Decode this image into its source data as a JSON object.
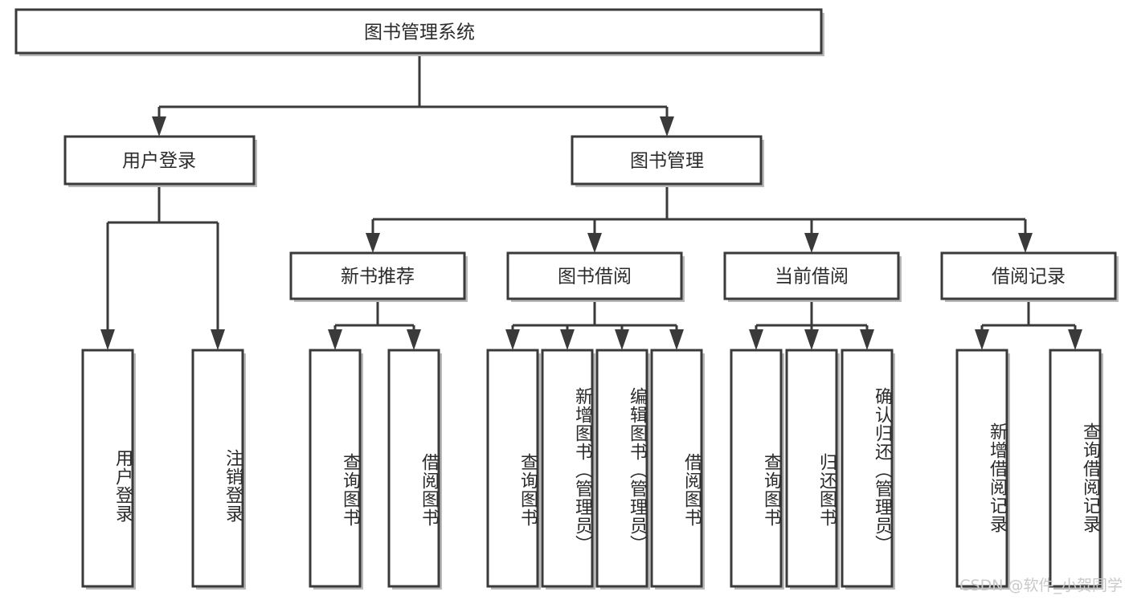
{
  "diagram": {
    "type": "tree",
    "title": "图书管理系统",
    "watermark": "CSDN @软件_小贺同学",
    "colors": {
      "stroke": "#3a3a3a",
      "fill": "#ffffff",
      "text": "#2b2b2b",
      "watermark": "#c9c9c9"
    },
    "root": {
      "label": "图书管理系统",
      "orientation": "horizontal"
    },
    "level2": [
      {
        "label": "用户登录",
        "orientation": "horizontal"
      },
      {
        "label": "图书管理",
        "orientation": "horizontal"
      }
    ],
    "level3": [
      {
        "label": "新书推荐",
        "orientation": "horizontal"
      },
      {
        "label": "图书借阅",
        "orientation": "horizontal"
      },
      {
        "label": "当前借阅",
        "orientation": "horizontal"
      },
      {
        "label": "借阅记录",
        "orientation": "horizontal"
      }
    ],
    "leaves": {
      "user_login": [
        {
          "label": "用户登录",
          "orientation": "vertical"
        },
        {
          "label": "注销登录",
          "orientation": "vertical"
        }
      ],
      "new_book_recommend": [
        {
          "label": "查询图书",
          "orientation": "vertical"
        },
        {
          "label": "借阅图书",
          "orientation": "vertical"
        }
      ],
      "book_borrow": [
        {
          "label": "查询图书",
          "orientation": "vertical"
        },
        {
          "label": "新增图书（管理员）",
          "orientation": "vertical"
        },
        {
          "label": "编辑图书（管理员）",
          "orientation": "vertical"
        },
        {
          "label": "借阅图书",
          "orientation": "vertical"
        }
      ],
      "current_borrow": [
        {
          "label": "查询图书",
          "orientation": "vertical"
        },
        {
          "label": "归还图书",
          "orientation": "vertical"
        },
        {
          "label": "确认归还（管理员）",
          "orientation": "vertical"
        }
      ],
      "borrow_record": [
        {
          "label": "新增借阅记录",
          "orientation": "vertical"
        },
        {
          "label": "查询借阅记录",
          "orientation": "vertical"
        }
      ]
    }
  }
}
